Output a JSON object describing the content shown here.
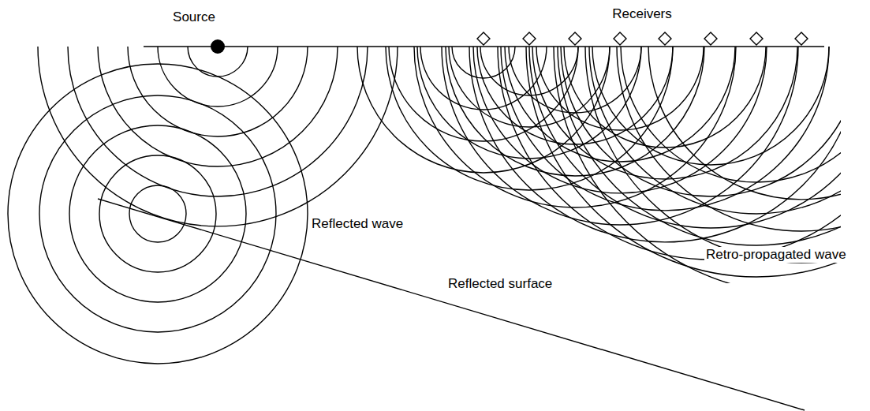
{
  "diagram": {
    "labels": [
      "Source",
      "Receivers",
      "Reflected wave",
      "Reflected surface",
      "Retro-propagated wave"
    ]
  }
}
